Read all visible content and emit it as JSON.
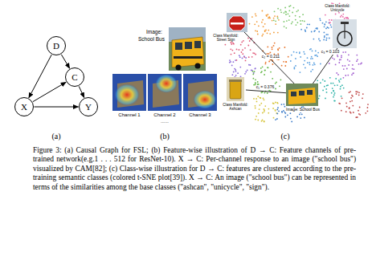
{
  "diagram": {
    "caption": "Figure 3: (a) Causal Graph for FSL; (b) Feature-wise illustration of D → C: Feature channels of pre-trained network(e.g.1 . . . 512 for ResNet-10). X → C: Per-channel response to an image (\"school bus\") visualized by CAM[82]; (c) Class-wise illustration for D → C: features are clustered according to the pre-training semantic classes (colored t-SNE plot[39]). X → C: An image (\"school bus\") can be represented in terms of the similarities among the base classes (\"ashcan\", \"unicycle\", \"sign\").",
    "nodes": [
      {
        "text": [
          "D"
        ]
      },
      {
        "text": [
          "C"
        ]
      },
      {
        "text": [
          "X"
        ]
      },
      {
        "text": [
          "Y"
        ]
      }
    ],
    "edges": [
      {
        "from": 0,
        "to": 1,
        "arrow": "to"
      },
      {
        "from": 0,
        "to": 2,
        "arrow": "to"
      },
      {
        "from": 2,
        "to": 1,
        "arrow": "to"
      },
      {
        "from": 1,
        "to": 3,
        "arrow": "to"
      },
      {
        "from": 2,
        "to": 3,
        "arrow": "to"
      }
    ],
    "labels": [
      "(a)",
      "Image:",
      "School Bus",
      "Channel 1",
      "Channel 2",
      "Channel 3",
      "......",
      "(b)",
      "Class Manifold: Unicycle",
      "c₃ = 0.103",
      "Class Manifold: Street Sign",
      "c₂ = 0.211",
      "c₁ = 0.376",
      "Class Manifold: Ashcan",
      "Image: School Bus",
      "(c)"
    ]
  }
}
